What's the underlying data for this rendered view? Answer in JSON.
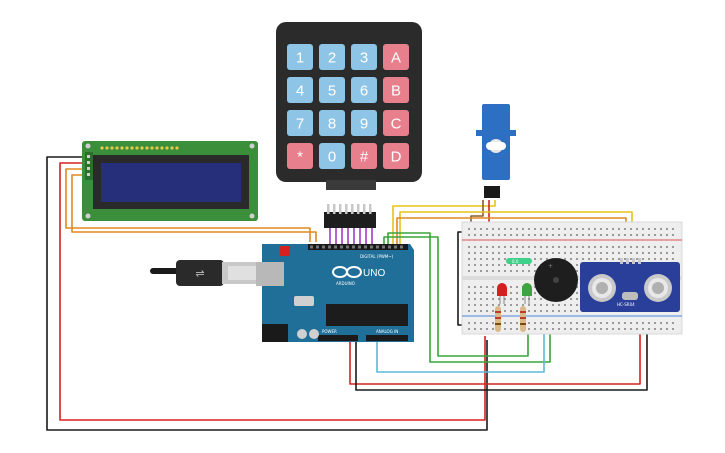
{
  "keypad": {
    "keys": [
      {
        "label": "1",
        "kind": "digit"
      },
      {
        "label": "2",
        "kind": "digit"
      },
      {
        "label": "3",
        "kind": "digit"
      },
      {
        "label": "A",
        "kind": "letter"
      },
      {
        "label": "4",
        "kind": "digit"
      },
      {
        "label": "5",
        "kind": "digit"
      },
      {
        "label": "6",
        "kind": "digit"
      },
      {
        "label": "B",
        "kind": "letter"
      },
      {
        "label": "7",
        "kind": "digit"
      },
      {
        "label": "8",
        "kind": "digit"
      },
      {
        "label": "9",
        "kind": "digit"
      },
      {
        "label": "C",
        "kind": "letter"
      },
      {
        "label": "*",
        "kind": "letter"
      },
      {
        "label": "0",
        "kind": "digit"
      },
      {
        "label": "#",
        "kind": "letter"
      },
      {
        "label": "D",
        "kind": "letter"
      }
    ]
  },
  "arduino": {
    "brand": "UNO",
    "logo_text": "ARDUINO",
    "digital_label": "DIGITAL (PWM~)",
    "analog_label": "ANALOG IN",
    "power_label": "POWER"
  },
  "sensor": {
    "model": "HC-SR04"
  },
  "indicator": {
    "label": "0.0"
  },
  "colors": {
    "key_digit": "#8ec4e6",
    "key_letter": "#e87f8c",
    "keypad_body": "#2b2b2b",
    "lcd_board": "#3c8f3a",
    "lcd_screen": "#26307a",
    "arduino_board": "#1f6f99",
    "breadboard": "#eeeeee",
    "sensor_board": "#2a3f9a",
    "servo": "#2d6fc2",
    "buzzer": "#1e1e1e",
    "wire_red": "#d62020",
    "wire_black": "#1a1a1a",
    "wire_orange": "#e08a1e",
    "wire_yellow": "#e5c21a",
    "wire_green": "#38a538",
    "wire_blue": "#5bb8d8",
    "wire_purple": "#a03cc8",
    "wire_brown": "#8a5a2a"
  }
}
